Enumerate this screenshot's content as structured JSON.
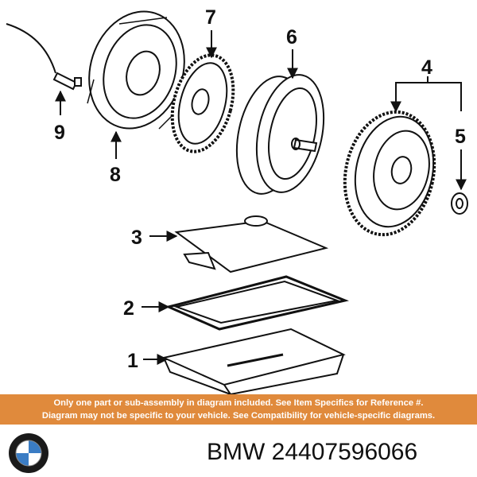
{
  "callouts": {
    "c1": "1",
    "c2": "2",
    "c3": "3",
    "c4": "4",
    "c5": "5",
    "c6": "6",
    "c7": "7",
    "c8": "8",
    "c9": "9"
  },
  "banner": {
    "line1": "Only one part or sub-assembly in diagram included. See Item Specifics for Reference #.",
    "line2": "Diagram may not be specific to your vehicle. See Compatibility for vehicle-specific diagrams."
  },
  "part_number": "BMW 24407596066",
  "logo_icon": "bmw-roundel-icon",
  "colors": {
    "banner": "#e08a3c",
    "banner_text": "#ffffff",
    "logo_blue": "#3a7cc4",
    "ink": "#111111"
  }
}
